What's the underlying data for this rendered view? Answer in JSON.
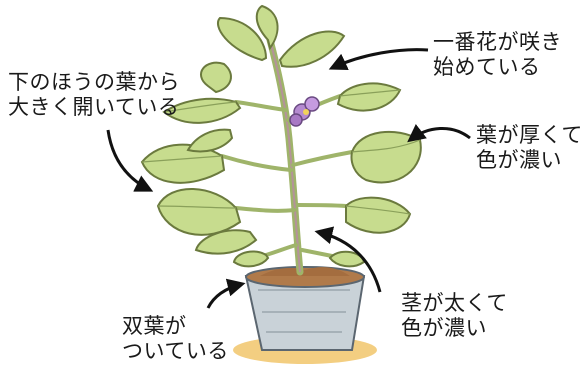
{
  "labels": {
    "first_flower": {
      "line1": "一番花が咲き",
      "line2": "始めている"
    },
    "lower_leaves": {
      "line1": "下のほうの葉から",
      "line2": "大きく開いている"
    },
    "thick_leaves": {
      "line1": "葉が厚くて",
      "line2": "色が濃い"
    },
    "cotyledons": {
      "line1": "双葉が",
      "line2": "ついている"
    },
    "thick_stem": {
      "line1": "茎が太くて",
      "line2": "色が濃い"
    }
  },
  "colors": {
    "leaf": "#c7dc8e",
    "leaf_outline": "#6b7a3e",
    "stem": "#9fb46a",
    "stem_purple": "#b98aa6",
    "flower": "#b58ad0",
    "soil": "#b07a4a",
    "pot": "#aab7c0",
    "pot_shadow": "#f1c66b",
    "arrow": "#111111"
  }
}
